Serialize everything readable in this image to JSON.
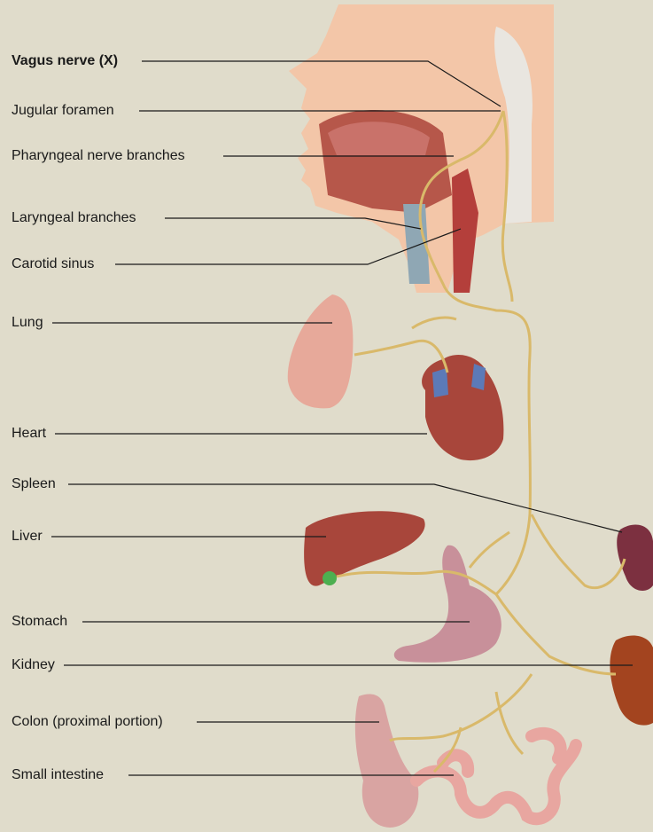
{
  "labels": {
    "vagus": "Vagus nerve (X)",
    "jugular": "Jugular foramen",
    "pharyngeal": "Pharyngeal nerve branches",
    "laryngeal": "Laryngeal branches",
    "carotid": "Carotid sinus",
    "lung": "Lung",
    "heart": "Heart",
    "spleen": "Spleen",
    "liver": "Liver",
    "stomach": "Stomach",
    "kidney": "Kidney",
    "colon": "Colon (proximal portion)",
    "small_intestine": "Small intestine"
  },
  "colors": {
    "background": "#e0dccb",
    "nerve": "#d9b96a",
    "skin": "#f3c6a8",
    "muscle": "#b6574a",
    "organ_red": "#a8463b",
    "lung": "#e7a99a",
    "spleen": "#7c3040",
    "kidney": "#a3441f",
    "intestine": "#e8a6a0",
    "stomach": "#c8909a"
  }
}
